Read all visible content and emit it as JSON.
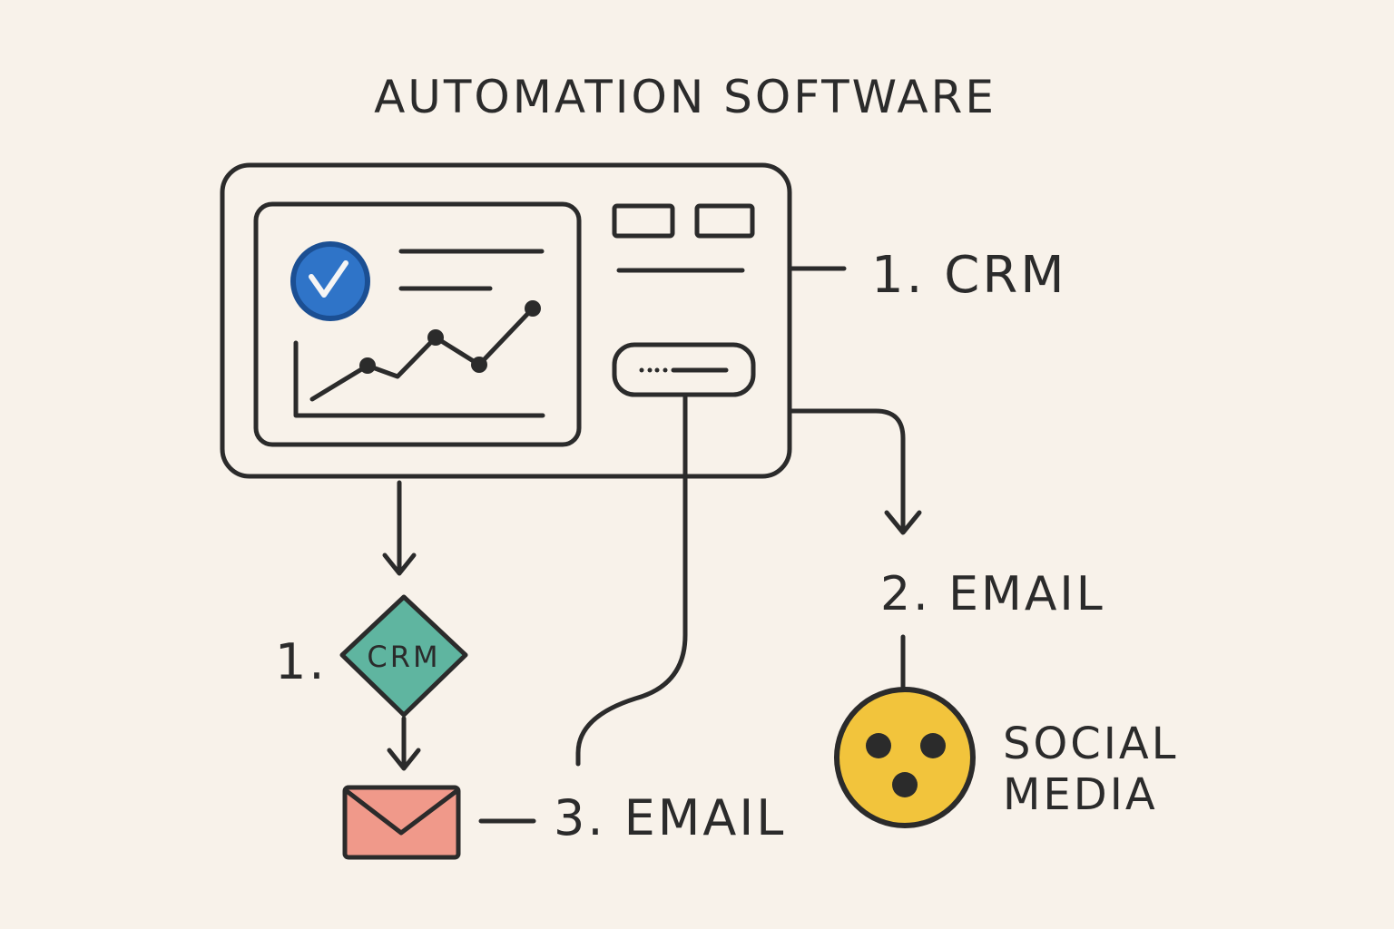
{
  "title": "AUTOMATION SOFTWARE",
  "labels": {
    "crm_right": "1. CRM",
    "email_2": "2. EMAIL",
    "step1_number": "1.",
    "crm_diamond": "CRM",
    "email_3": "3. EMAIL",
    "social_line1": "SOCIAL",
    "social_line2": "MEDIA"
  },
  "colors": {
    "background": "#f8f2ea",
    "ink": "#2b2b2b",
    "check_blue": "#2f74c8",
    "crm_teal": "#5fb5a0",
    "email_salmon": "#f0998a",
    "social_yellow": "#f2c43c"
  }
}
